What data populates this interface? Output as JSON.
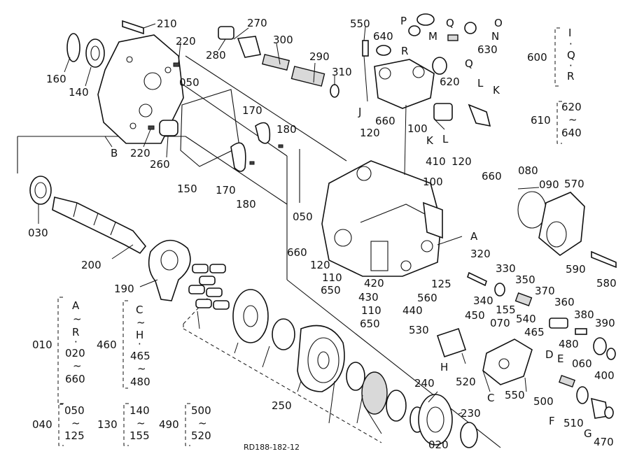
{
  "drawing_code": "RD188-182-12",
  "part_labels": {
    "p210": "210",
    "p220a": "220",
    "p050a": "050",
    "p160": "160",
    "p140": "140",
    "pB1": "B",
    "p220b": "220",
    "p260": "260",
    "p270": "270",
    "p280": "280",
    "p300": "300",
    "p290": "290",
    "p310": "310",
    "p170a": "170",
    "p180a": "180",
    "p150": "150",
    "p170b": "170",
    "p180b": "180",
    "p550a": "550",
    "pP": "P",
    "p640a": "640",
    "pR1": "R",
    "pQ1": "Q",
    "pM": "M",
    "pO": "O",
    "pN": "N",
    "p630": "630",
    "pQ2": "Q",
    "p620a": "620",
    "pL1": "L",
    "pK1": "K",
    "pJ": "J",
    "pK2": "K",
    "pL2": "L",
    "p660a": "660",
    "p100a": "100",
    "p120a": "120",
    "p410": "410",
    "p120b": "120",
    "p660b": "660",
    "p100b": "100",
    "p080": "080",
    "p090": "090",
    "p570": "570",
    "p030": "030",
    "p200": "200",
    "p050b": "050",
    "p660c": "660",
    "p120c": "120",
    "pA": "A",
    "p110a": "110",
    "p650a": "650",
    "p420": "420",
    "p125": "125",
    "p320": "320",
    "p330": "330",
    "p350": "350",
    "p190": "190",
    "p430": "430",
    "p110b": "110",
    "p440": "440",
    "p650b": "650",
    "p560": "560",
    "p340": "340",
    "p155": "155",
    "p370": "370",
    "p360": "360",
    "p380": "380",
    "p390": "390",
    "p540": "540",
    "p450": "450",
    "p070": "070",
    "p465": "465",
    "p530": "530",
    "p480": "480",
    "pD": "D",
    "pE": "E",
    "p060": "060",
    "p400": "400",
    "pH": "H",
    "p520": "520",
    "pC": "C",
    "p550b": "550",
    "p500": "500",
    "p240": "240",
    "p230": "230",
    "p250": "250",
    "p020": "020",
    "pF": "F",
    "p510": "510",
    "pG": "G",
    "p470": "470",
    "p590": "590",
    "p580": "580"
  },
  "groups": {
    "g600": {
      "code": "600",
      "items": [
        "I",
        "·",
        "Q",
        "·",
        "R"
      ]
    },
    "g610": {
      "code": "610",
      "items": [
        "620",
        "~",
        "640"
      ]
    },
    "g010": {
      "code": "010",
      "items": [
        "A",
        "~",
        "R",
        "·",
        "020",
        "~",
        "660"
      ]
    },
    "g460": {
      "code": "460",
      "items": [
        "C",
        "~",
        "H",
        "·",
        "465",
        "~",
        "480"
      ]
    },
    "g040": {
      "code": "040",
      "items": [
        "050",
        "~",
        "125"
      ]
    },
    "g130": {
      "code": "130",
      "items": [
        "140",
        "~",
        "155"
      ]
    },
    "g490": {
      "code": "490",
      "items": [
        "500",
        "~",
        "520"
      ]
    }
  }
}
